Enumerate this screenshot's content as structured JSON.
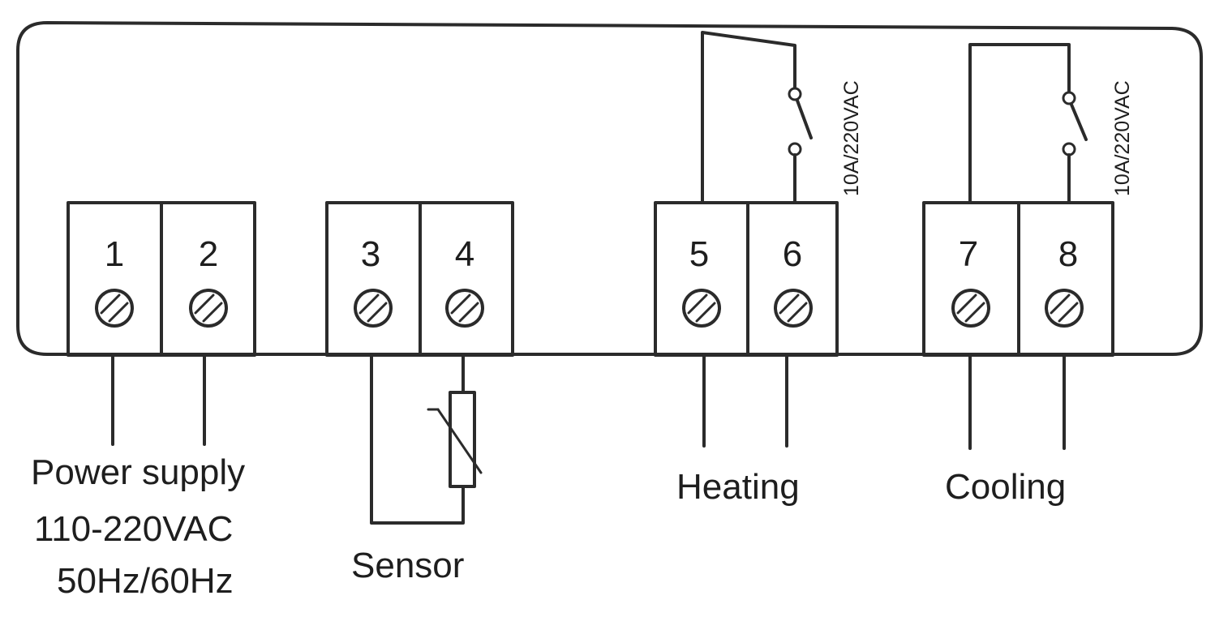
{
  "terminals": [
    {
      "number": "1"
    },
    {
      "number": "2"
    },
    {
      "number": "3"
    },
    {
      "number": "4"
    },
    {
      "number": "5"
    },
    {
      "number": "6"
    },
    {
      "number": "7"
    },
    {
      "number": "8"
    }
  ],
  "power": {
    "label": "Power supply",
    "voltage": "110-220VAC",
    "frequency": "50Hz/60Hz"
  },
  "sensor": {
    "label": "Sensor"
  },
  "heating": {
    "label": "Heating",
    "rating": "10A/220VAC"
  },
  "cooling": {
    "label": "Cooling",
    "rating": "10A/220VAC"
  },
  "colors": {
    "ink": "#2b2b2b",
    "background": "#ffffff"
  }
}
